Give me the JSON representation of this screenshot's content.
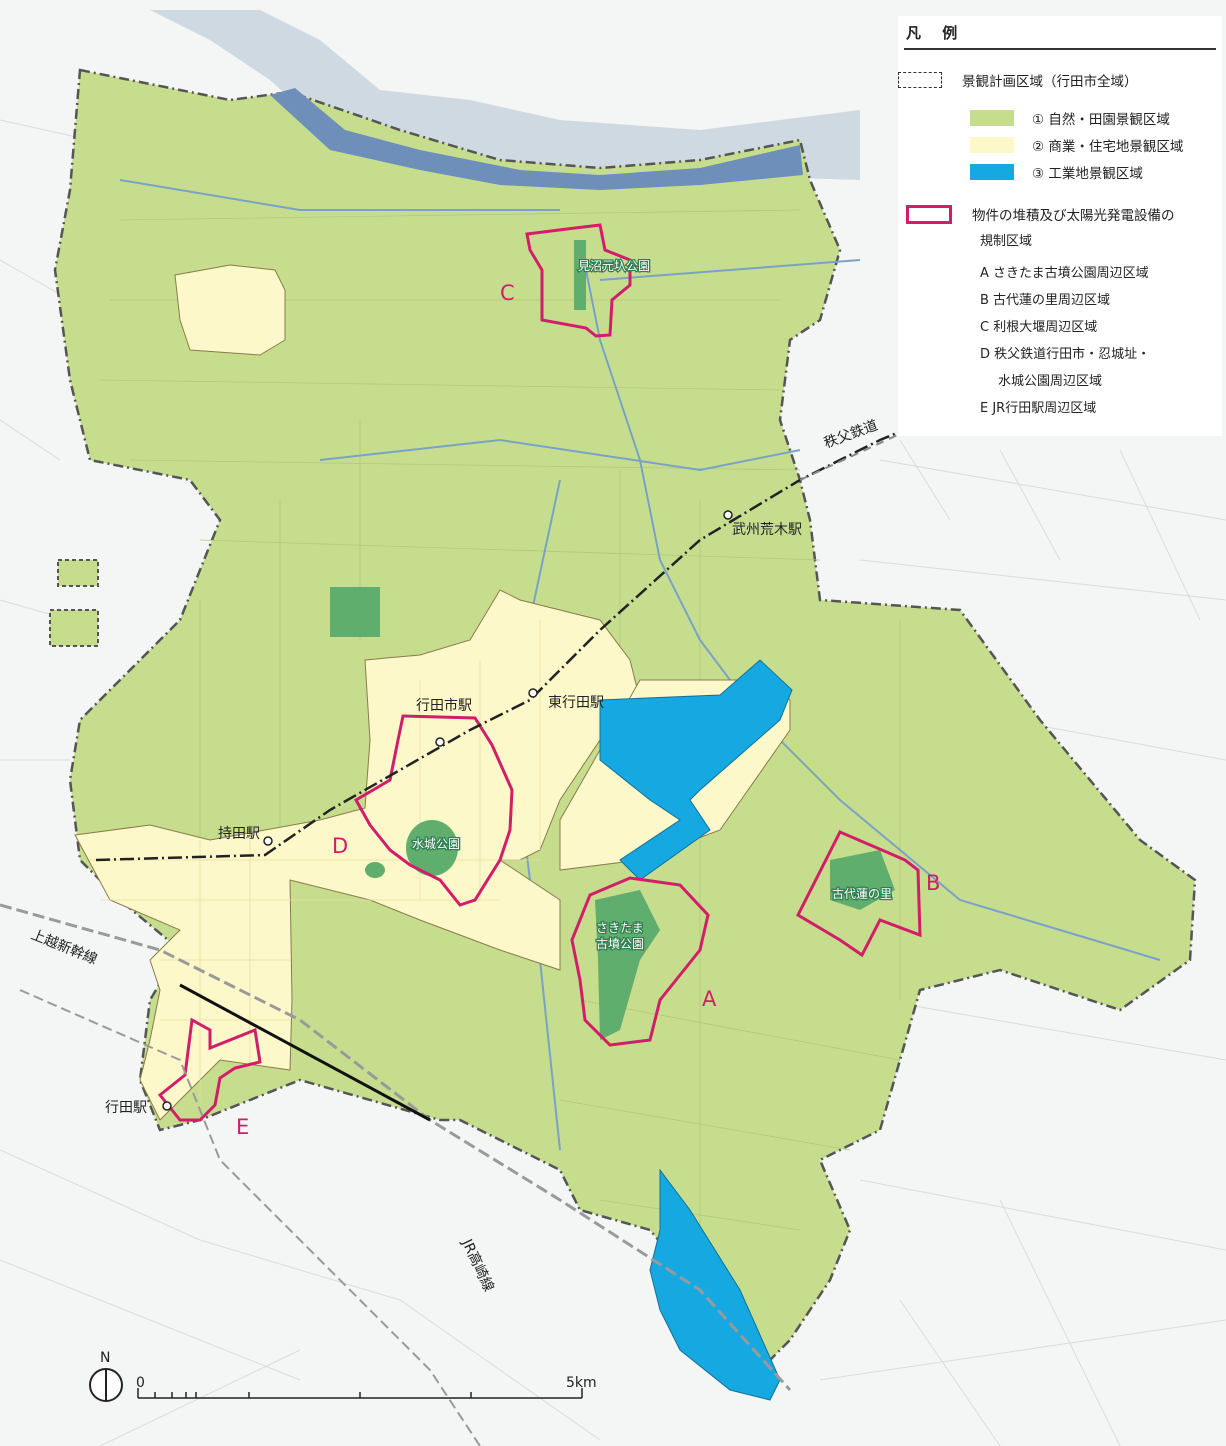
{
  "legend": {
    "title": "凡 例",
    "boundary": "景観計画区域（行田市全域）",
    "zones": [
      {
        "label": "① 自然・田園景観区域",
        "color": "#c6dd8e"
      },
      {
        "label": "② 商業・住宅地景観区域",
        "color": "#fdf8c9"
      },
      {
        "label": "③ 工業地景観区域",
        "color": "#16a9e1"
      }
    ],
    "regulated": {
      "line1": "物件の堆積及び太陽光発電設備の",
      "line2": "規制区域",
      "color": "#d21e6a"
    },
    "areas": [
      "A さきたま古墳公園周辺区域",
      "B 古代蓮の里周辺区域",
      "C 利根大堰周辺区域",
      "D 秩父鉄道行田市・忍城址・",
      "水城公園周辺区域",
      "E JR行田駅周辺区域"
    ]
  },
  "map": {
    "stations": {
      "bushu_araki": "武州荒木駅",
      "gyodashi": "行田市駅",
      "higashi_gyoda": "東行田駅",
      "mochida": "持田駅",
      "gyoda": "行田駅"
    },
    "rail_lines": {
      "chichibu": "秩父鉄道",
      "joetsu": "上越新幹線",
      "takasaki": "JR高崎線"
    },
    "parks": {
      "minuma": "見沼元圦公園",
      "suijo": "水城公園",
      "sakitama_1": "さきたま",
      "sakitama_2": "古墳公園",
      "kodaihasu": "古代蓮の里"
    },
    "zone_letters": {
      "A": "A",
      "B": "B",
      "C": "C",
      "D": "D",
      "E": "E"
    },
    "river_color": "#6d8fba",
    "park_color": "#5fae6e"
  },
  "scale": {
    "start": "0",
    "end": "5km"
  },
  "north": {
    "label": "N"
  }
}
